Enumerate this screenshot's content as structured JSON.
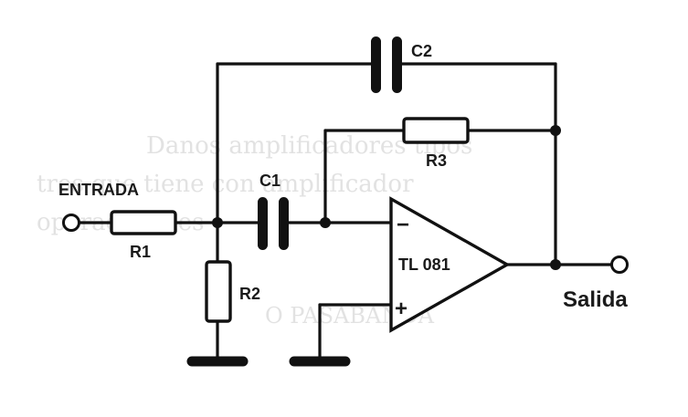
{
  "labels": {
    "input": "ENTRADA",
    "output": "Salida",
    "r1": "R1",
    "r2": "R2",
    "r3": "R3",
    "c1": "C1",
    "c2": "C2",
    "opamp": "TL 081",
    "minus": "−",
    "plus": "+"
  },
  "bleed_through": {
    "line1": "Danos amplificadores tipos",
    "line2": "tros que tiene con amplificador",
    "line3": "operacionales",
    "line4": "O PASABANDA"
  },
  "colors": {
    "ink": "#111111",
    "paper": "#ffffff",
    "bleed": "#e2e2e2"
  }
}
